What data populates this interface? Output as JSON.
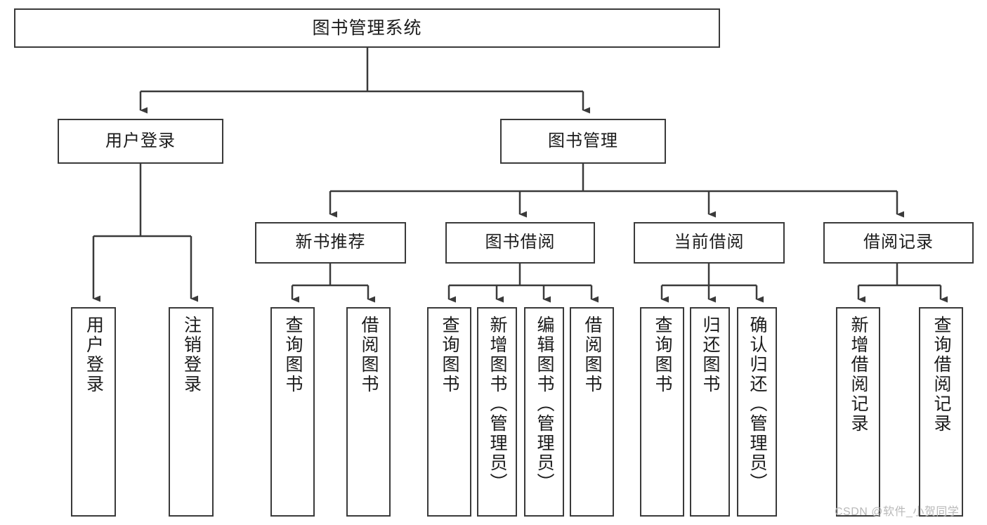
{
  "diagram": {
    "title": "图书管理系统",
    "watermark": "CSDN @软件_小贺同学",
    "colors": {
      "border": "#3a3a3a",
      "text": "#1b1b1b",
      "background": "#ffffff",
      "watermark": "#b9b9b9"
    },
    "nodes": {
      "root": {
        "label": "图书管理系统"
      },
      "level2": [
        {
          "key": "user_login",
          "label": "用户登录"
        },
        {
          "key": "book_manage",
          "label": "图书管理"
        }
      ],
      "level3": [
        {
          "key": "new_book_rec",
          "label": "新书推荐"
        },
        {
          "key": "book_borrow",
          "label": "图书借阅"
        },
        {
          "key": "current_borrow",
          "label": "当前借阅"
        },
        {
          "key": "borrow_record",
          "label": "借阅记录"
        }
      ],
      "leaves": {
        "user_login": [
          {
            "key": "leaf_user_login",
            "label": "用户登录"
          },
          {
            "key": "leaf_user_logout",
            "label": "注销登录"
          }
        ],
        "new_book_rec": [
          {
            "key": "leaf_query_book_1",
            "label": "查询图书"
          },
          {
            "key": "leaf_borrow_book_1",
            "label": "借阅图书"
          }
        ],
        "book_borrow": [
          {
            "key": "leaf_query_book_2",
            "label": "查询图书"
          },
          {
            "key": "leaf_add_book",
            "label": "新增图书（管理员）"
          },
          {
            "key": "leaf_edit_book",
            "label": "编辑图书（管理员）"
          },
          {
            "key": "leaf_borrow_book_2",
            "label": "借阅图书"
          }
        ],
        "current_borrow": [
          {
            "key": "leaf_query_book_3",
            "label": "查询图书"
          },
          {
            "key": "leaf_return_book",
            "label": "归还图书"
          },
          {
            "key": "leaf_confirm_return",
            "label": "确认归还（管理员）"
          }
        ],
        "borrow_record": [
          {
            "key": "leaf_add_record",
            "label": "新增借阅记录"
          },
          {
            "key": "leaf_query_record",
            "label": "查询借阅记录"
          }
        ]
      }
    }
  }
}
